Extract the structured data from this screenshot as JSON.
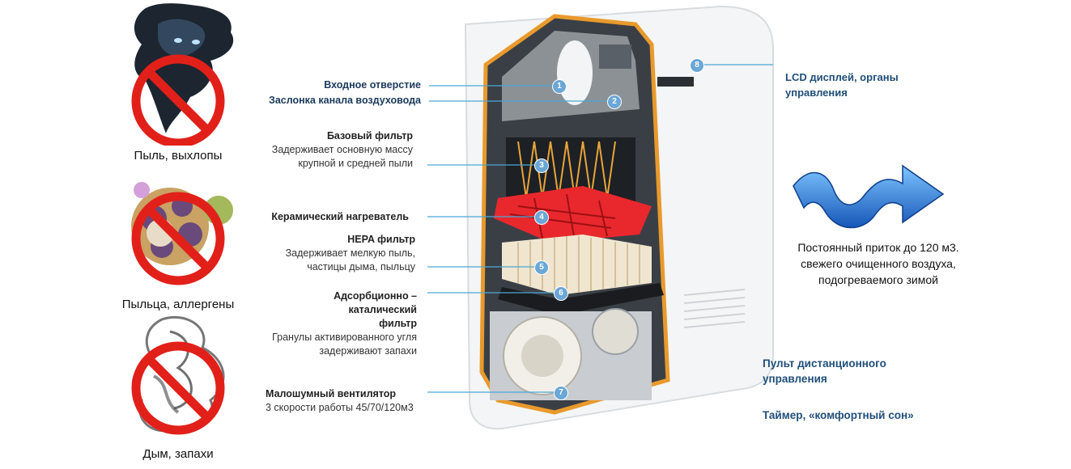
{
  "hazards": [
    {
      "label": "Пыль, выхлопы"
    },
    {
      "label": "Пыльца, аллергены"
    },
    {
      "label": "Дым, запахи"
    }
  ],
  "components": [
    {
      "num": "1",
      "title": "Входное отверстие"
    },
    {
      "num": "2",
      "title": "Заслонка канала воздуховода"
    },
    {
      "num": "3",
      "title": "Базовый фильтр",
      "desc1": "Задерживает основную массу",
      "desc2": "крупной и средней пыли"
    },
    {
      "num": "4",
      "title": "Керамический нагреватель"
    },
    {
      "num": "5",
      "title": "HEPA фильтр",
      "desc1": "Задерживает мелкую пыль,",
      "desc2": "частицы дыма, пыльцу"
    },
    {
      "num": "6",
      "title1": "Адсорбционно –",
      "title2": "каталический",
      "title3": "фильтр",
      "desc1": "Гранулы активированного угля",
      "desc2": "задерживают запахи"
    },
    {
      "num": "7",
      "title": "Малошумный вентилятор",
      "desc1": "3 скорости работы 45/70/120м3"
    },
    {
      "num": "8",
      "title1": "LCD дисплей, органы",
      "title2": "управления"
    }
  ],
  "airflow": {
    "line1": "Постоянный приток до 120 м3.",
    "line2": "свежего очищенного воздуха,",
    "line3": "подогреваемого зимой"
  },
  "features": {
    "remote1": "Пульт дистанционного",
    "remote2": "управления",
    "timer": "Таймер, «комфортный сон»"
  },
  "colors": {
    "no_sign": "#e2201a",
    "label_blue": "#1f4e79",
    "callout": "#4aa8d8",
    "frame": "#e89a2c",
    "arrow": "#1e6fd0"
  }
}
